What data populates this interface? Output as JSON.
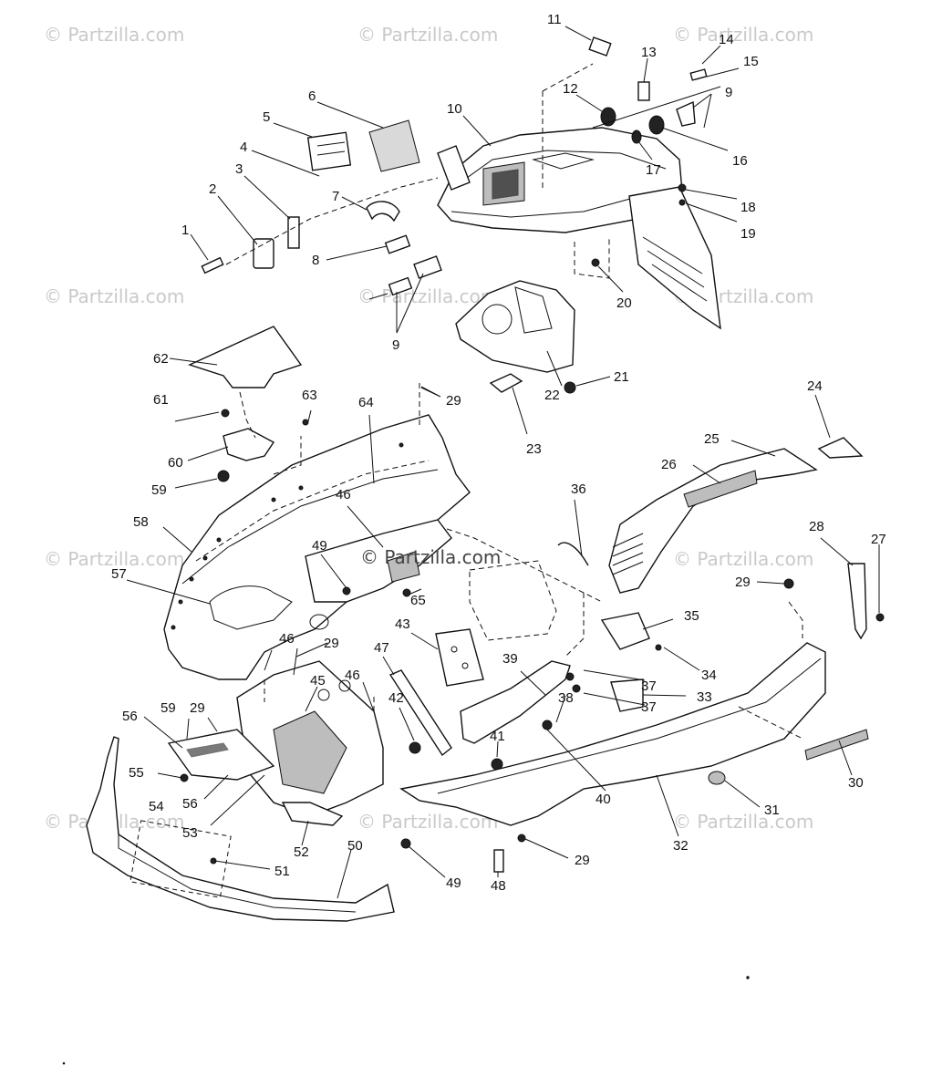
{
  "watermark": "© Partzilla.com",
  "center_watermark": "© Partzilla.com",
  "callouts": [
    "1",
    "2",
    "3",
    "4",
    "5",
    "6",
    "7",
    "8",
    "9",
    "9",
    "9",
    "10",
    "11",
    "12",
    "13",
    "14",
    "15",
    "16",
    "17",
    "18",
    "19",
    "20",
    "21",
    "22",
    "23",
    "24",
    "25",
    "26",
    "27",
    "28",
    "29",
    "29",
    "29",
    "29",
    "29",
    "29",
    "30",
    "31",
    "32",
    "33",
    "34",
    "35",
    "36",
    "37",
    "37",
    "38",
    "39",
    "40",
    "41",
    "42",
    "43",
    "45",
    "46",
    "46",
    "46",
    "47",
    "48",
    "49",
    "49",
    "50",
    "51",
    "52",
    "53",
    "54",
    "55",
    "56",
    "56",
    "57",
    "58",
    "59",
    "59",
    "60",
    "61",
    "62",
    "63",
    "64",
    "65"
  ]
}
